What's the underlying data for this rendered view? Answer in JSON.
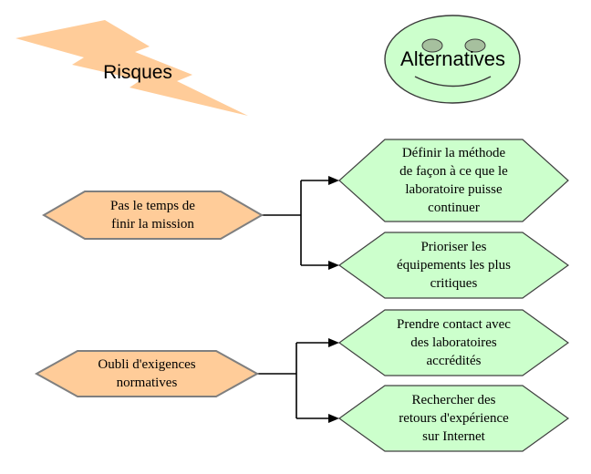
{
  "colors": {
    "background": "#ffffff",
    "risk_fill": "#FFCC99",
    "risk_border": "#7F7F7F",
    "alternative_fill": "#CCFFCC",
    "alternative_border": "#404040",
    "smiley_eye_fill": "#A6C09E",
    "connector": "#000000",
    "text": "#000000"
  },
  "headers": {
    "risques": {
      "label": "Risques"
    },
    "alternatives": {
      "label": "Alternatives"
    }
  },
  "risk_nodes": [
    {
      "id": "r1",
      "label": "Pas le temps de finir la mission",
      "lines": [
        "Pas le temps de",
        "finir la mission"
      ]
    },
    {
      "id": "r2",
      "label": "Oubli d'exigences normatives",
      "lines": [
        "Oubli d'exigences",
        "normatives"
      ]
    }
  ],
  "alternative_nodes": [
    {
      "for_risk": "r1",
      "label": "Définir la méthode de façon à ce que le laboratoire puisse continuer",
      "lines": [
        "Définir la méthode",
        "de façon à ce que le",
        "laboratoire puisse",
        "continuer"
      ]
    },
    {
      "for_risk": "r1",
      "label": "Prioriser les équipements les plus critiques",
      "lines": [
        "Prioriser les",
        "équipements les plus",
        "critiques"
      ]
    },
    {
      "for_risk": "r2",
      "label": "Prendre contact avec des laboratoires accrédités",
      "lines": [
        "Prendre contact avec",
        "des laboratoires",
        "accrédités"
      ]
    },
    {
      "for_risk": "r2",
      "label": "Rechercher des retours d'expérience sur Internet",
      "lines": [
        "Rechercher des",
        "retours d'expérience",
        "sur Internet"
      ]
    }
  ]
}
